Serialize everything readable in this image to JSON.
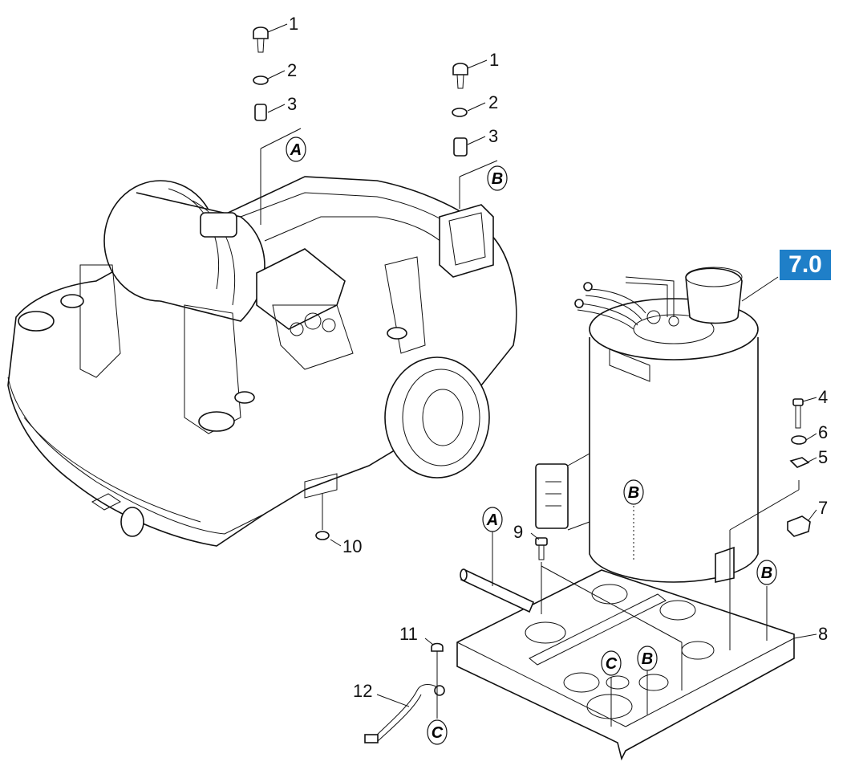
{
  "badge": {
    "label": "7.0",
    "color": "#1f7fc8"
  },
  "callouts": {
    "c1a": "1",
    "c2a": "2",
    "c3a": "3",
    "c1b": "1",
    "c2b": "2",
    "c3b": "3",
    "c4": "4",
    "c6": "6",
    "c5": "5",
    "c7": "7",
    "c8": "8",
    "c9": "9",
    "c10": "10",
    "c11": "11",
    "c12": "12"
  },
  "refs": {
    "A_top": "A",
    "B_top": "B",
    "A_base": "A",
    "B_tank": "B",
    "B_right": "B",
    "B_base": "B",
    "C_base": "C",
    "C_cable": "C"
  },
  "icons": {
    "main_machine": "pressure-washer-housing",
    "tank": "boiler-tank",
    "base": "base-plate"
  }
}
